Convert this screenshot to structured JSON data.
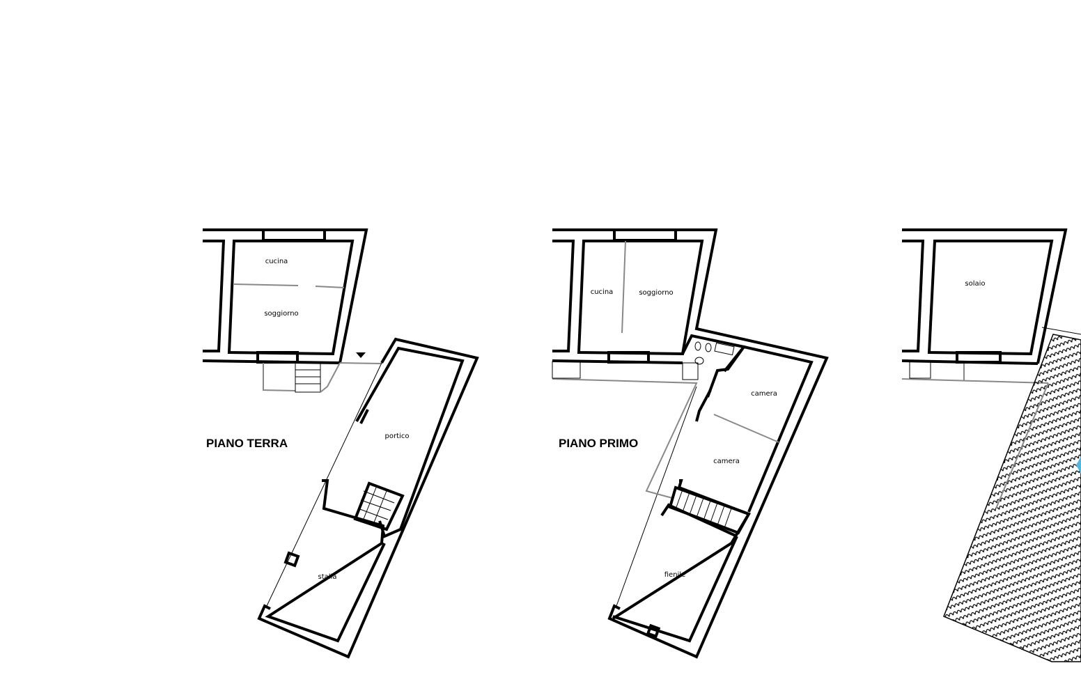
{
  "plans": [
    {
      "title": "PIANO TERRA",
      "rooms": [
        "cucina",
        "soggiorno",
        "portico",
        "stalla"
      ]
    },
    {
      "title": "PIANO PRIMO",
      "rooms": [
        "cucina",
        "soggiorno",
        "camera",
        "camera",
        "fienile"
      ]
    },
    {
      "title": "",
      "rooms": [
        "solaio"
      ]
    }
  ],
  "colors": {
    "walls": "#000000",
    "secondary_lines": "#888888",
    "accent": "#4fb8e0"
  }
}
